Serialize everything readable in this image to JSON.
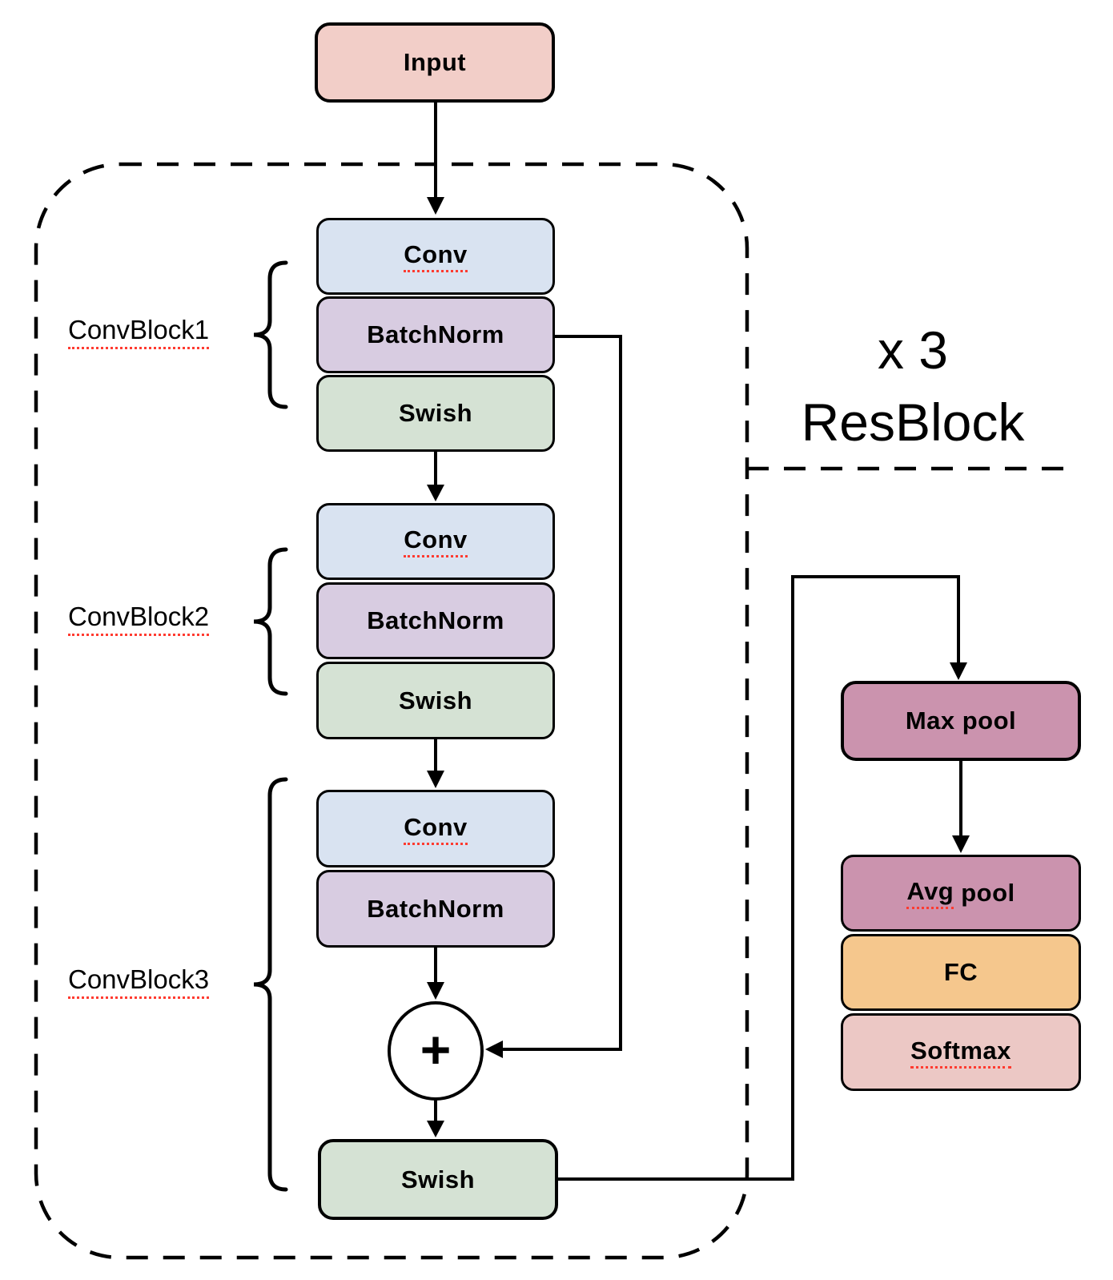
{
  "diagram": {
    "input_label": "Input",
    "multiplier_label": "x 3",
    "resblock_label": "ResBlock",
    "blocks": [
      {
        "label": "ConvBlock1",
        "conv": "Conv",
        "batchnorm": "BatchNorm",
        "swish": "Swish"
      },
      {
        "label": "ConvBlock2",
        "conv": "Conv",
        "batchnorm": "BatchNorm",
        "swish": "Swish"
      },
      {
        "label": "ConvBlock3",
        "conv": "Conv",
        "batchnorm": "BatchNorm"
      }
    ],
    "add_symbol": "+",
    "final_swish_label": "Swish",
    "head": {
      "maxpool_label": "Max pool",
      "avgpool_word_underlined": "Avg",
      "avgpool_word_rest": "pool",
      "fc_label": "FC",
      "softmax_label": "Softmax"
    }
  },
  "colors": {
    "input_fill": "#f2cec8",
    "conv_fill": "#d9e3f1",
    "batchnorm_fill": "#d8cce1",
    "swish_fill": "#d5e2d4",
    "pool_fill": "#cb93ae",
    "fc_fill": "#f5c78d",
    "softmax_fill": "#ecc8c5",
    "line_color": "#000000",
    "underline_red": "#ff3b30"
  }
}
